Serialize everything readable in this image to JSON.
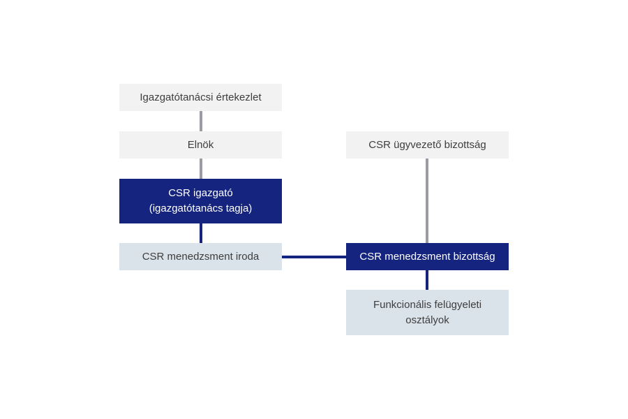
{
  "diagram": {
    "nodes": {
      "board_meeting": {
        "label": "Igazgatótanácsi értekezlet"
      },
      "chairman": {
        "label": "Elnök"
      },
      "csr_director": {
        "line1": "CSR igazgató",
        "line2": "(igazgatótanács tagja)"
      },
      "csr_management_office": {
        "label": "CSR menedzsment iroda"
      },
      "csr_executive_committee": {
        "label": "CSR ügyvezető bizottság"
      },
      "csr_management_committee": {
        "label": "CSR menedzsment bizottság"
      },
      "functional_departments": {
        "line1": "Funkcionális felügyeleti",
        "line2": "osztályok"
      }
    },
    "colors": {
      "light_box": "#f2f2f3",
      "pale_box": "#dbe3ea",
      "dark_box": "#14247f",
      "grey_line": "#9b9ba3",
      "navy_line": "#14247f"
    }
  }
}
